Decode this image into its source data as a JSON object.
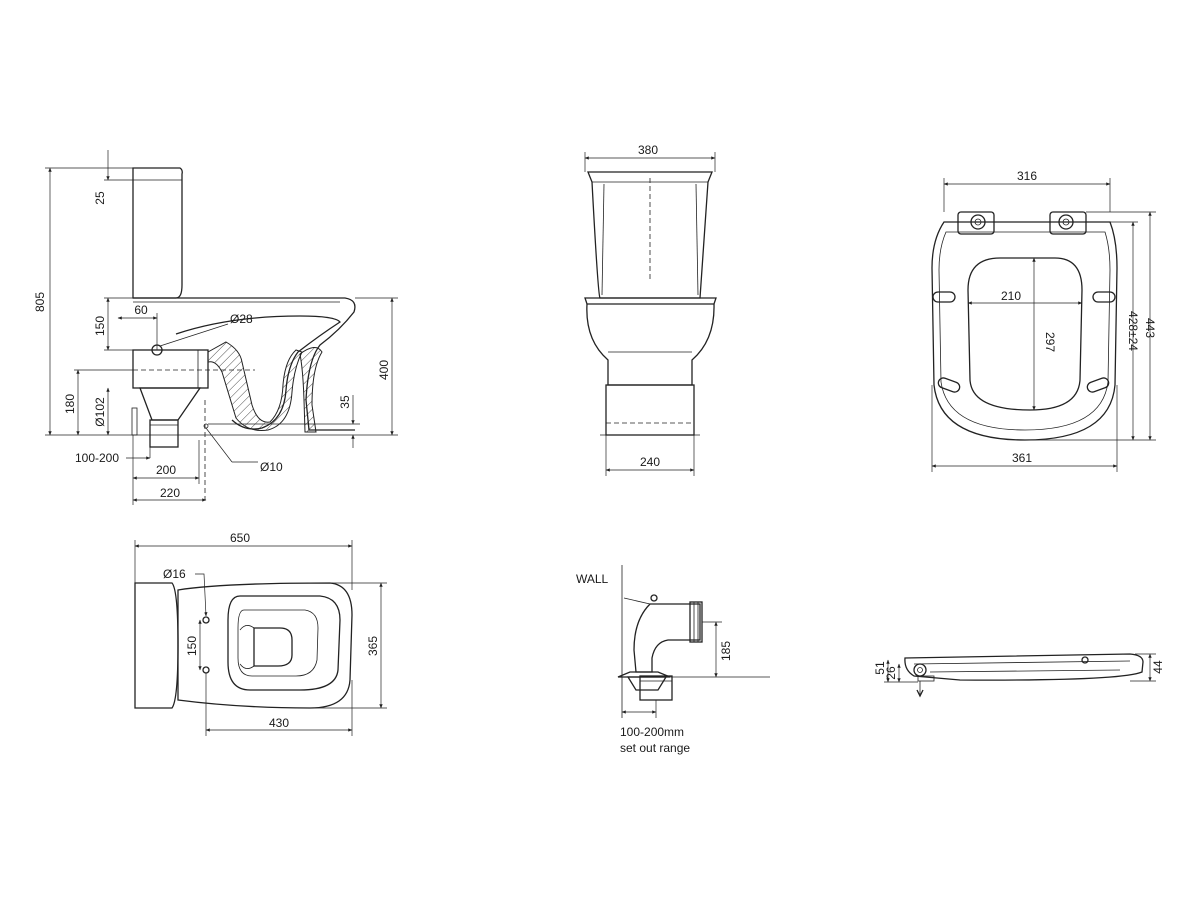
{
  "side_view": {
    "dims": {
      "overall_height": "805",
      "cistern_lid": "25",
      "inlet_height": "150",
      "inlet_offset": "60",
      "inlet_diameter": "Ø28",
      "outlet_height": "180",
      "outlet_diameter": "Ø102",
      "pan_height": "400",
      "fixing_height": "35",
      "setout_range": "100-200",
      "setout_a": "200",
      "setout_b": "220",
      "fixing_diameter": "Ø10"
    }
  },
  "front_view": {
    "dims": {
      "cistern_width": "380",
      "base_width": "240"
    }
  },
  "seat_plan": {
    "dims": {
      "hinge_width": "316",
      "opening_width": "210",
      "opening_length": "297",
      "seat_length": "443",
      "hinge_to_front": "428±24",
      "seat_width": "361"
    }
  },
  "plan_view": {
    "dims": {
      "overall_length": "650",
      "fixing_diameter": "Ø16",
      "fixing_spacing": "150",
      "overall_width": "365",
      "pan_length": "430"
    }
  },
  "connector_detail": {
    "wall_label": "WALL",
    "dims": {
      "connector_height": "185"
    },
    "range_line1": "100-200mm",
    "range_line2": "set out range"
  },
  "seat_side": {
    "dims": {
      "hinge_height": "51",
      "seat_height": "26",
      "overall_height": "44"
    }
  }
}
